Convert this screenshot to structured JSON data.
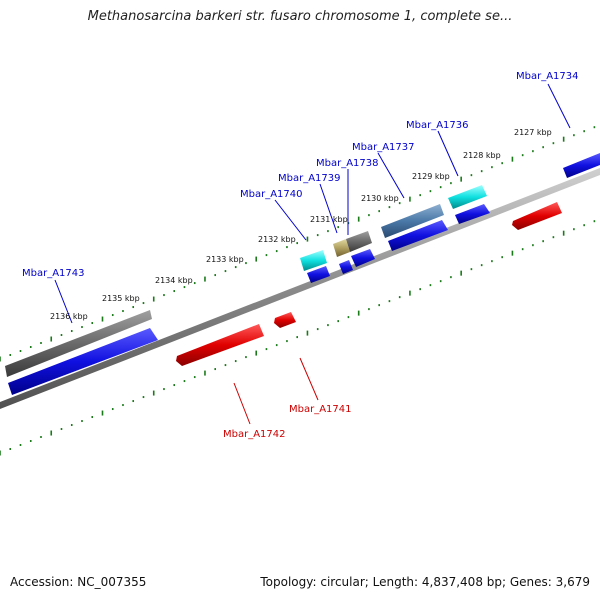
{
  "title": "Methanosarcina barkeri str. fusaro chromosome 1, complete se...",
  "footer": {
    "accession": "Accession: NC_007355",
    "summary": "Topology: circular; Length: 4,837,408 bp; Genes: 3,679"
  },
  "colors": {
    "forward": "#1010e0",
    "reverse": "#e00000",
    "backbone": "#8a8a8a",
    "tick": "#1a7a1a",
    "label_forward": "#0000cc",
    "label_reverse": "#cc0000"
  },
  "kbp_ticks": [
    "2127 kbp",
    "2128 kbp",
    "2129 kbp",
    "2130 kbp",
    "2131 kbp",
    "2132 kbp",
    "2133 kbp",
    "2134 kbp",
    "2135 kbp",
    "2136 kbp"
  ],
  "gene_labels": [
    {
      "name": "Mbar_A1734",
      "strand": "forward"
    },
    {
      "name": "Mbar_A1736",
      "strand": "forward"
    },
    {
      "name": "Mbar_A1737",
      "strand": "forward"
    },
    {
      "name": "Mbar_A1738",
      "strand": "forward"
    },
    {
      "name": "Mbar_A1739",
      "strand": "forward"
    },
    {
      "name": "Mbar_A1740",
      "strand": "forward"
    },
    {
      "name": "Mbar_A1743",
      "strand": "forward"
    },
    {
      "name": "Mbar_A1741",
      "strand": "reverse"
    },
    {
      "name": "Mbar_A1742",
      "strand": "reverse"
    }
  ]
}
